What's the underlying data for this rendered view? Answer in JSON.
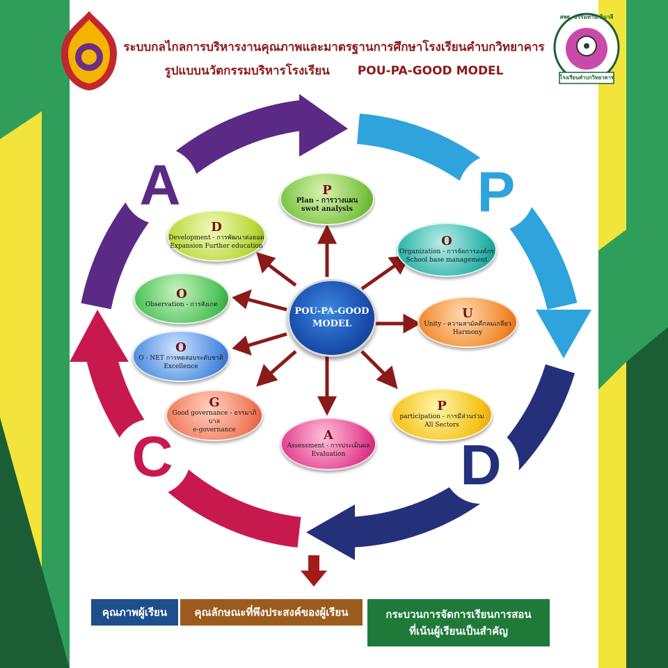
{
  "header": {
    "title_line1": "ระบบกลไกลการบริหารงานคุณภาพและมาตรฐานการศึกษาโรงเรียนคำบกวิทยาคาร",
    "title_line2_thai": "รูปแบบนวัตกรรมบริหารโรงเรียน",
    "title_line2_model": "POU-PA-GOOD MODEL"
  },
  "logos": {
    "right_text_top": "สพฐ. ธรรมทาน อินาลี",
    "right_text_bottom": "โรงเรียนคำบกวิทยาคาร"
  },
  "pdca": {
    "a": "A",
    "p": "P",
    "d": "D",
    "c": "C",
    "colors": {
      "a": "#5b2a86",
      "p": "#2ea3dc",
      "d": "#24307a",
      "c": "#c8194f"
    }
  },
  "center": {
    "line1": "POU-PA-GOOD",
    "line2": "MODEL"
  },
  "items": {
    "plan": {
      "letter": "P",
      "line1": "Plan - การวางแผน",
      "line2": "swot analysis"
    },
    "org": {
      "letter": "O",
      "line1": "Organization - การจัดการองค์กร",
      "line2": "School base management"
    },
    "unity": {
      "letter": "U",
      "line1": "Unity - ความสามัคคีกลมเกลียว",
      "line2": "Harmony"
    },
    "part": {
      "letter": "P",
      "line1": "participation - การมีส่วนร่วม",
      "line2": "All Sectors"
    },
    "assess": {
      "letter": "A",
      "line1": "Assessment - การประเมินผล",
      "line2": "Evaluation"
    },
    "gov": {
      "letter": "G",
      "line1": "Good governance - ธรรมาภิบาล",
      "line2": "e-governance"
    },
    "onet": {
      "letter": "O",
      "line1": "O - NET การทดสอบระดับชาติ",
      "line2": "Excellence"
    },
    "obs": {
      "letter": "O",
      "line1": "Observation - การสังเกต",
      "line2": ""
    },
    "dev": {
      "letter": "D",
      "line1": "Development - การพัฒนาต่อยอด",
      "line2": "Expansion Further education"
    }
  },
  "outcomes": {
    "box1": "คุณภาพผู้เรียน",
    "box2": "คุณลักษณะที่พึงประสงค์ของผู้เรียน",
    "box3_line1": "กระบวนการจัดการเรียนการสอน",
    "box3_line2": "ที่เน้นผู้เรียนเป็นสำคัญ"
  }
}
